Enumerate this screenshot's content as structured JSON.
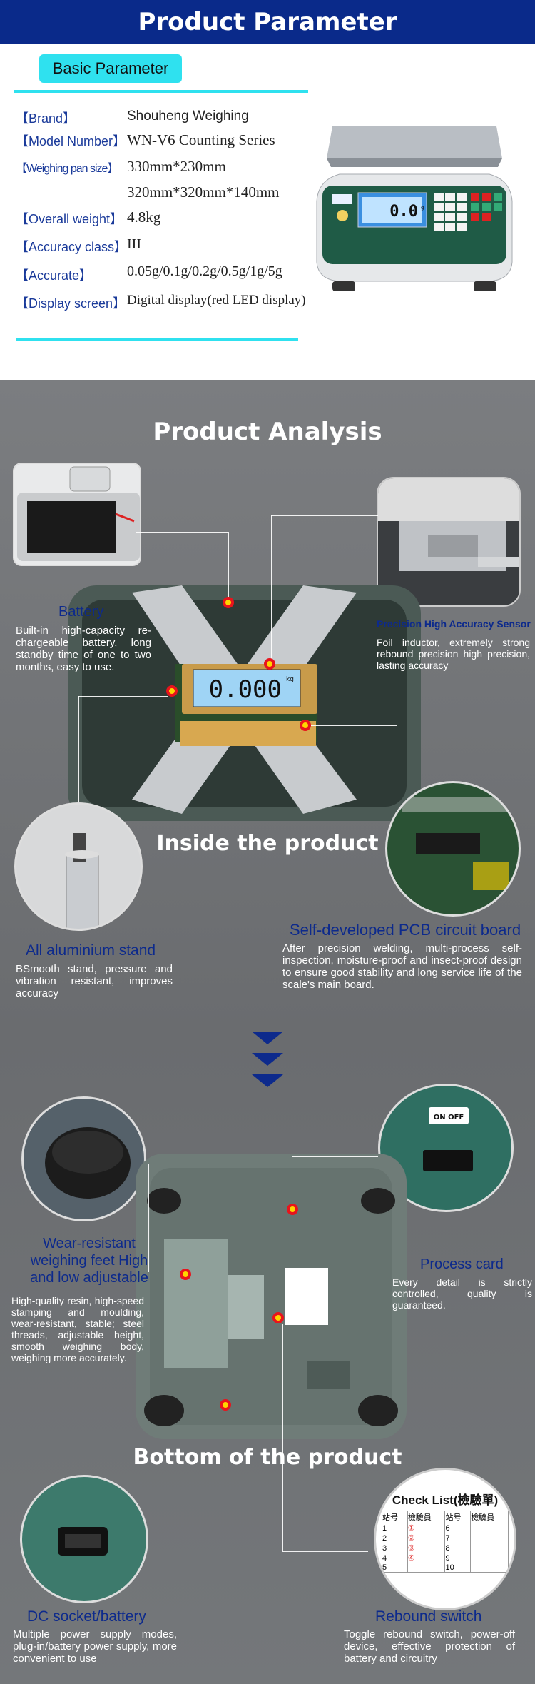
{
  "header": {
    "title": "Product Parameter",
    "basic": "Basic Parameter"
  },
  "params": [
    {
      "label": "【Brand】",
      "value": "Shouheng Weighing"
    },
    {
      "label": "【Model Number】",
      "value": "WN-V6 Counting Series"
    },
    {
      "label": "【Weighing pan size】",
      "value": "330mm*230mm"
    },
    {
      "label": "",
      "value": "320mm*320mm*140mm"
    },
    {
      "label": "【Overall weight】",
      "value": "4.8kg"
    },
    {
      "label": "【Accuracy class】",
      "value": "III"
    },
    {
      "label": "【Accurate】",
      "value": "0.05g/0.1g/0.2g/0.5g/1g/5g"
    },
    {
      "label": "【Display screen】",
      "value": "Digital display(red LED display)"
    }
  ],
  "analysis": {
    "title": "Product Analysis",
    "inside": "Inside the product",
    "bottom": "Bottom of the product",
    "scale_display": "0.000",
    "scale_unit": "kg",
    "front_display": "0.0",
    "front_unit": "g",
    "battery": {
      "h": "Battery",
      "d": "Built-in high-capacity re-chargeable battery, long standby time of one to two months, easy to use."
    },
    "sensor": {
      "h": "Precision High Accuracy Sensor",
      "d": "Foil inductor, extremely strong rebound precision high precision, lasting accuracy"
    },
    "stand": {
      "h": "All aluminium stand",
      "d": "BSmooth stand, pressure and vibration resistant, improves accuracy"
    },
    "pcb": {
      "h": "Self-developed PCB circuit board",
      "d": "After precision welding, multi-process self-inspection, moisture-proof and insect-proof design to ensure good stability and long service life of the scale's main board."
    },
    "feet": {
      "h": "Wear-resistant weighing feet High and low adjustable",
      "d": "High-quality resin, high-speed stamping and moulding, wear-resistant, stable; steel threads, adjustable height, smooth weighing body, weighing more accurately."
    },
    "process": {
      "h": "Process card",
      "d": "Every detail is strictly controlled, quality is guaranteed."
    },
    "dc": {
      "h": "DC socket/battery",
      "d": "Multiple power supply modes, plug-in/battery power supply, more convenient to use"
    },
    "rebound": {
      "h": "Rebound switch",
      "d": "Toggle rebound switch, power-off device, effective protection of battery and circuitry"
    },
    "switch_label": "ON OFF",
    "checklist": {
      "title": "Check List(檢驗單)",
      "cols": [
        "站号",
        "檢驗員",
        "站号",
        "檢驗員"
      ],
      "rows": [
        "1",
        "2",
        "3",
        "4",
        "5"
      ],
      "rows2": [
        "6",
        "7",
        "8",
        "9",
        "10"
      ]
    }
  },
  "colors": {
    "navy": "#0a2a8a",
    "cyan": "#2fe1ef",
    "red": "#e8141c",
    "yellow": "#ffd400"
  }
}
